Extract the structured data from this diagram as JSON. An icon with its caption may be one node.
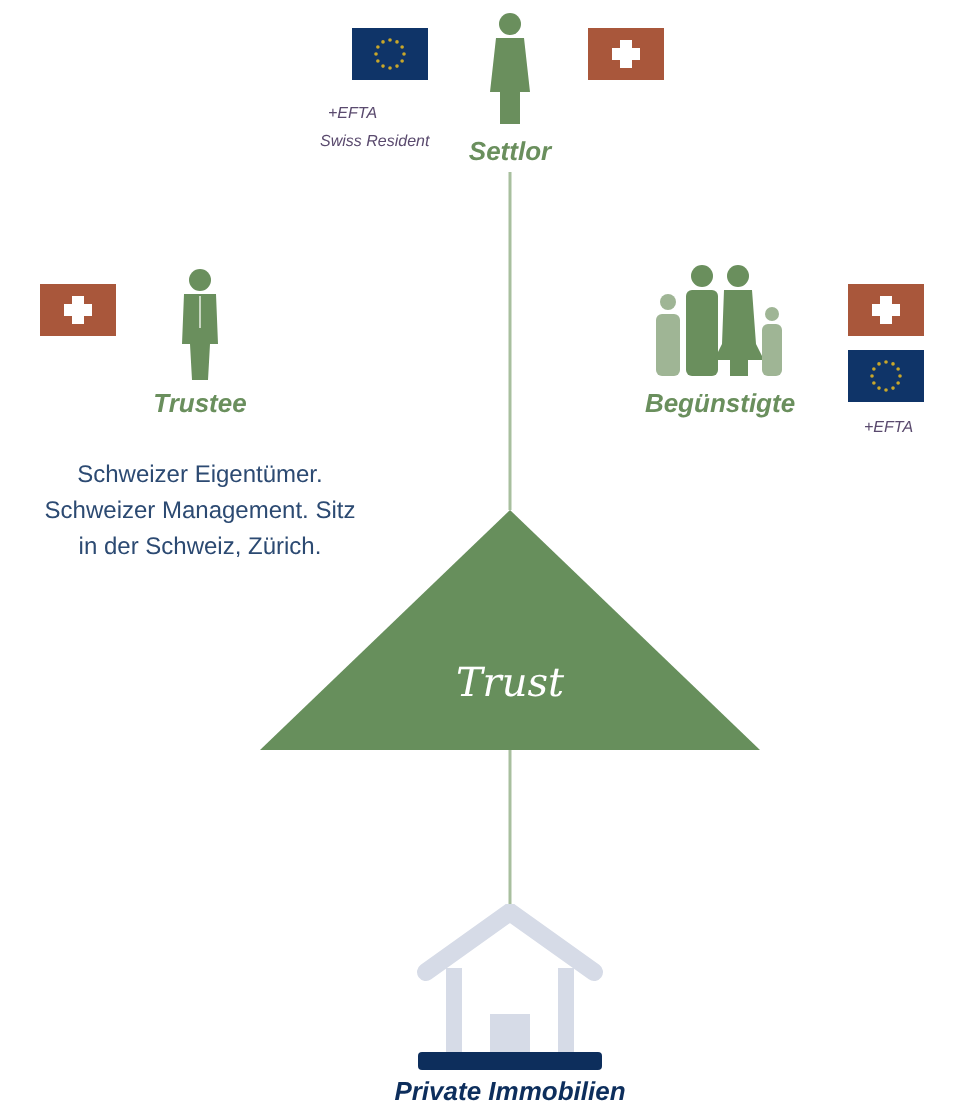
{
  "diagram": {
    "nodes": [
      {
        "text": [
          "Settlor"
        ]
      },
      {
        "text": [
          "Trustee",
          "Schweizer Eigentümer. Schweizer Management. Sitz in der Schweiz, Zürich."
        ]
      },
      {
        "text": [
          "Begünstigte"
        ]
      },
      {
        "text": [
          "Trust"
        ]
      },
      {
        "text": [
          "Private Immobilien"
        ]
      }
    ],
    "edges": [
      {
        "from": 0,
        "to": 3,
        "arrow": "none"
      },
      {
        "from": 3,
        "to": 4,
        "arrow": "none"
      }
    ],
    "labels": [
      "+EFTA",
      "Swiss Resident",
      "+EFTA"
    ]
  }
}
